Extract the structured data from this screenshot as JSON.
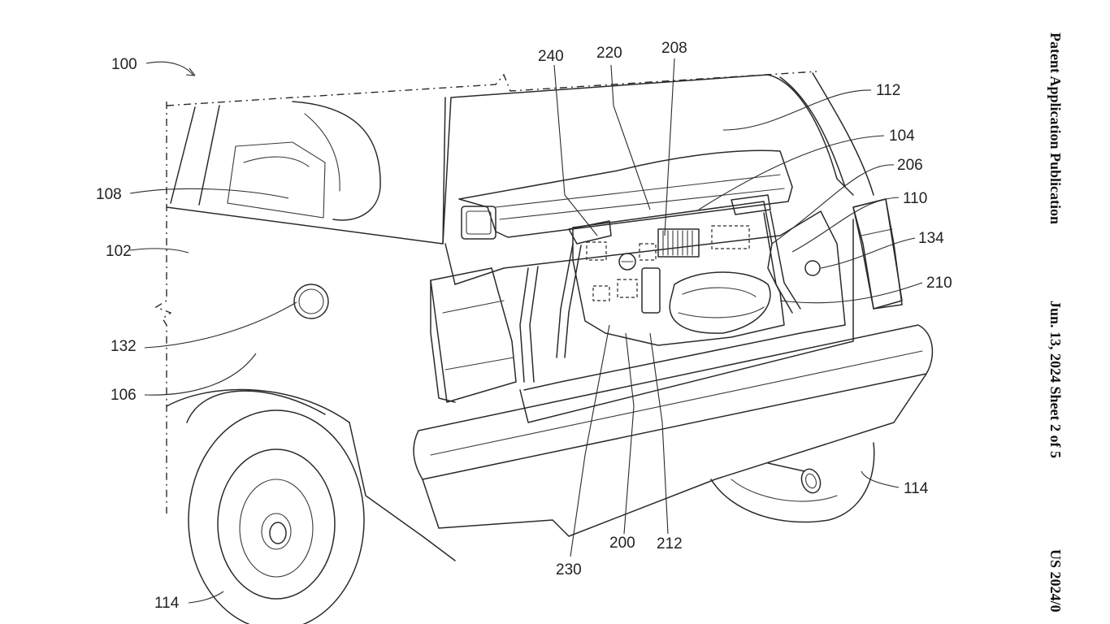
{
  "header": {
    "publication": "Patent Application Publication",
    "date_sheet": "Jun. 13, 2024  Sheet 2 of 5",
    "pub_number": "US 2024/0"
  },
  "refs": {
    "r100": "100",
    "r102": "102",
    "r104": "104",
    "r106": "106",
    "r108": "108",
    "r110": "110",
    "r112": "112",
    "r114a": "114",
    "r114b": "114",
    "r132": "132",
    "r134": "134",
    "r200": "200",
    "r206": "206",
    "r208": "208",
    "r210": "210",
    "r212": "212",
    "r220": "220",
    "r230": "230",
    "r240": "240"
  }
}
